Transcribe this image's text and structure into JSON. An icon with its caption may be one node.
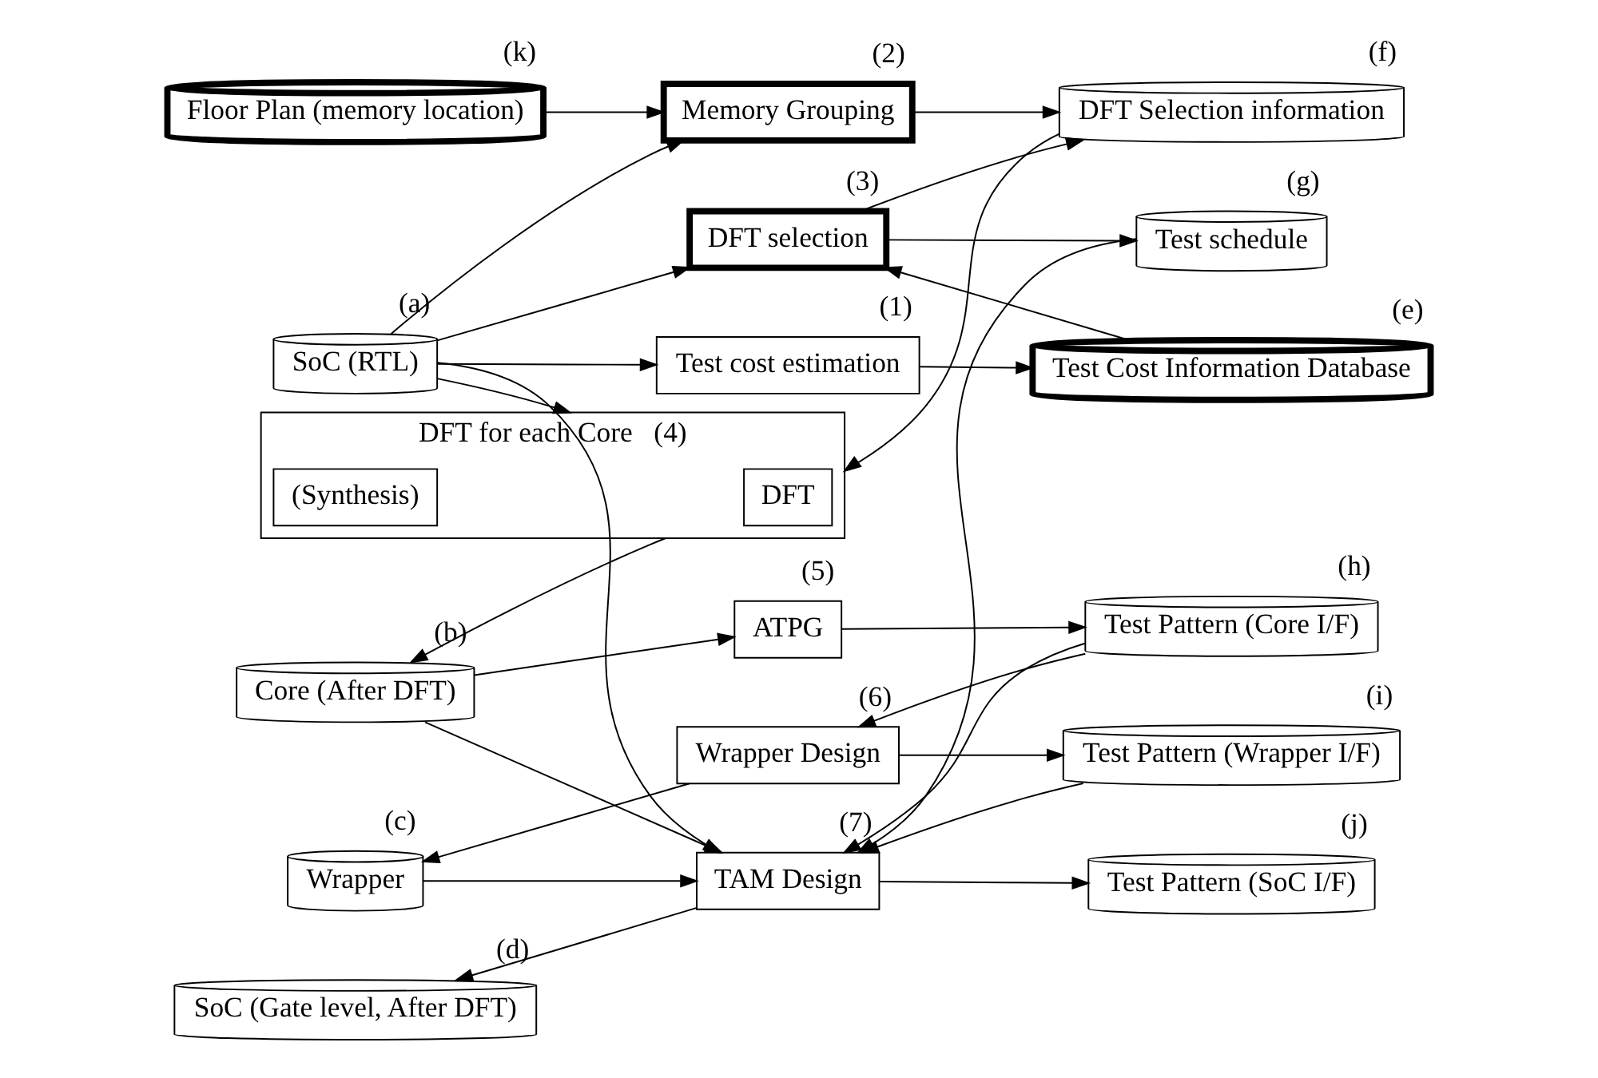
{
  "diagram": {
    "nodes": [
      {
        "text": [
          "SoC (RTL)"
        ],
        "beside": [
          "(a)"
        ]
      },
      {
        "text": [
          "Floor Plan (memory location)"
        ],
        "beside": [
          "(k)"
        ]
      },
      {
        "text": [
          "Test cost estimation"
        ],
        "beside": [
          "(1)"
        ]
      },
      {
        "text": [
          "Memory Grouping"
        ],
        "beside": [
          "(2)"
        ]
      },
      {
        "text": [
          "DFT selection"
        ],
        "beside": [
          "(3)"
        ]
      },
      {
        "text": [
          "DFT for each Core"
        ],
        "beside": [
          "(4)"
        ]
      },
      {
        "text": [
          "DFT"
        ],
        "in": 5
      },
      {
        "text": [
          "(Synthesis)"
        ],
        "in": 5
      },
      {
        "text": [
          "ATPG"
        ],
        "beside": [
          "(5)"
        ]
      },
      {
        "text": [
          "Wrapper Design"
        ],
        "beside": [
          "(6)"
        ]
      },
      {
        "text": [
          "TAM Design"
        ],
        "beside": [
          "(7)"
        ]
      },
      {
        "text": [
          "Test Cost Information Database"
        ],
        "beside": [
          "(e)"
        ]
      },
      {
        "text": [
          "DFT Selection information"
        ],
        "beside": [
          "(f)"
        ]
      },
      {
        "text": [
          "Test schedule"
        ],
        "beside": [
          "(g)"
        ]
      },
      {
        "text": [
          "Core (After DFT)"
        ],
        "beside": [
          "(b)"
        ]
      },
      {
        "text": [
          "Wrapper"
        ],
        "beside": [
          "(c)"
        ]
      },
      {
        "text": [
          "SoC (Gate level, After DFT)"
        ],
        "beside": [
          "(d)"
        ]
      },
      {
        "text": [
          "Test Pattern (Core I/F)"
        ],
        "beside": [
          "(h)"
        ]
      },
      {
        "text": [
          "Test Pattern (Wrapper I/F)"
        ],
        "beside": [
          "(i)"
        ]
      },
      {
        "text": [
          "Test Pattern (SoC I/F)"
        ],
        "beside": [
          "(j)"
        ]
      }
    ],
    "edges": [
      {
        "from": 0,
        "to": 2,
        "arrow": "to"
      },
      {
        "from": 2,
        "to": 11,
        "arrow": "to"
      },
      {
        "from": 0,
        "to": 3,
        "arrow": "to"
      },
      {
        "from": 0,
        "to": 4,
        "arrow": "to"
      },
      {
        "from": 0,
        "to": 5,
        "arrow": "to"
      },
      {
        "from": 0,
        "to": 10,
        "arrow": "to"
      },
      {
        "from": 1,
        "to": 3,
        "arrow": "to"
      },
      {
        "from": 11,
        "to": 4,
        "arrow": "to"
      },
      {
        "from": 3,
        "to": 12,
        "arrow": "to"
      },
      {
        "from": 4,
        "to": 12,
        "arrow": "to"
      },
      {
        "from": 4,
        "to": 13,
        "arrow": "to"
      },
      {
        "from": 12,
        "to": 5,
        "arrow": "to"
      },
      {
        "from": 5,
        "to": 14,
        "arrow": "to"
      },
      {
        "from": 14,
        "to": 8,
        "arrow": "to"
      },
      {
        "from": 14,
        "to": 10,
        "arrow": "to"
      },
      {
        "from": 8,
        "to": 17,
        "arrow": "to"
      },
      {
        "from": 17,
        "to": 9,
        "arrow": "to"
      },
      {
        "from": 9,
        "to": 15,
        "arrow": "to"
      },
      {
        "from": 9,
        "to": 18,
        "arrow": "to"
      },
      {
        "from": 15,
        "to": 10,
        "arrow": "to"
      },
      {
        "from": 17,
        "to": 10,
        "arrow": "to"
      },
      {
        "from": 13,
        "to": 10,
        "arrow": "to"
      },
      {
        "from": 18,
        "to": 10,
        "arrow": "to"
      },
      {
        "from": 10,
        "to": 16,
        "arrow": "to"
      },
      {
        "from": 10,
        "to": 19,
        "arrow": "to"
      }
    ]
  }
}
